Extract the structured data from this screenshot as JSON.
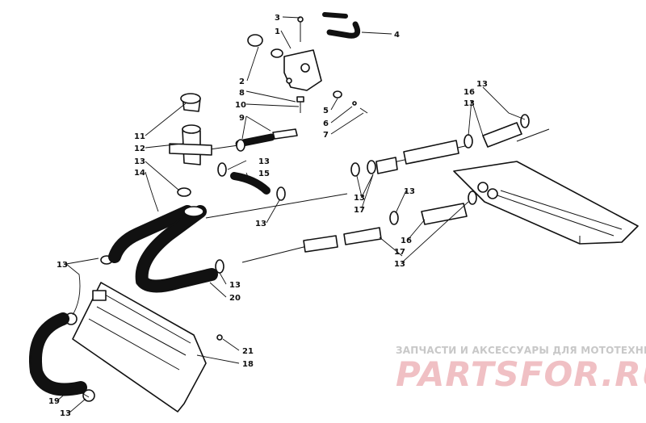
{
  "watermark": {
    "caption": "ЗАПЧАСТИ И АКСЕССУАРЫ ДЛЯ МОТОТЕХНИКИ",
    "logo": "PARTSFOR.RU",
    "logo_color": "#f0c0c4",
    "caption_color": "#c8c8c8"
  },
  "callouts": [
    "1",
    "2",
    "3",
    "4",
    "5",
    "6",
    "7",
    "8",
    "9",
    "10",
    "11",
    "12",
    "13",
    "14",
    "15",
    "16",
    "17",
    "18",
    "19",
    "20",
    "21"
  ]
}
